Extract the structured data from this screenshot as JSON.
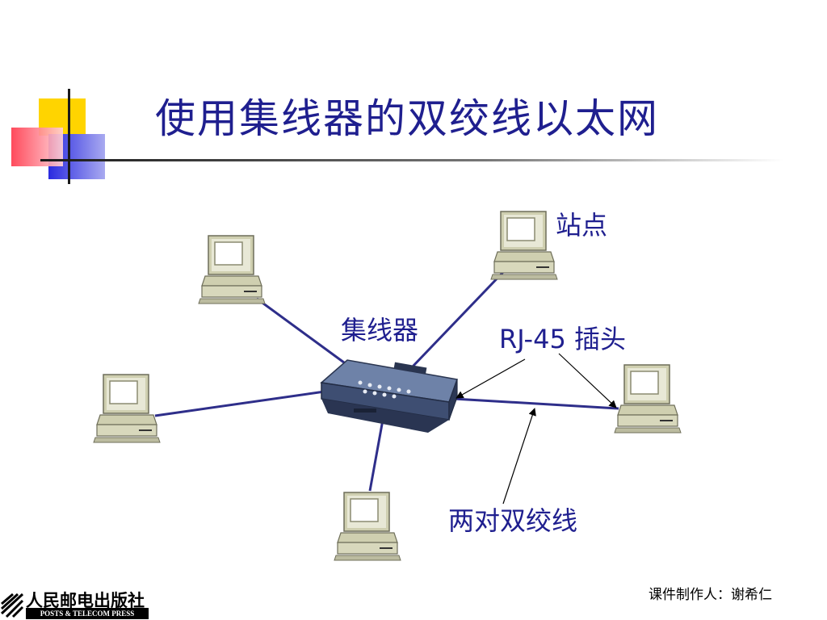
{
  "title": "使用集线器的双绞线以太网",
  "labels": {
    "station": "站点",
    "hub": "集线器",
    "rj45": "RJ-45 插头",
    "twisted_pair": "两对双绞线"
  },
  "footer": {
    "credit": "课件制作人：谢希仁",
    "publisher_cn": "人民邮电出版社",
    "publisher_en": "POSTS & TELECOM PRESS"
  },
  "colors": {
    "title": "#1f1f8f",
    "cable": "#2e2e8a",
    "computer_body": "#cfcfb0",
    "computer_shadow": "#6f6f5a",
    "hub_body": "#5a6e96"
  }
}
